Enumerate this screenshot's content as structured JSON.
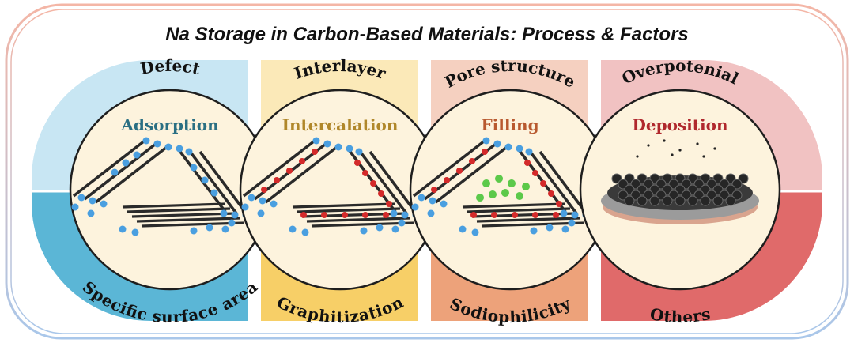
{
  "title": "Na Storage in Carbon-Based Materials: Process & Factors",
  "panels": [
    {
      "process": "Adsorption",
      "factor_top": "Defect",
      "factor_bottom": "Specific surface area",
      "colors": {
        "top": "#c8e6f3",
        "bottom": "#5bb6d6",
        "label": "#2a6f83"
      }
    },
    {
      "process": "Intercalation",
      "factor_top": "Interlayer",
      "factor_bottom": "Graphitization",
      "colors": {
        "top": "#fbe9b8",
        "bottom": "#f7cf67",
        "label": "#b0872a"
      }
    },
    {
      "process": "Filling",
      "factor_top": "Pore structure",
      "factor_bottom": "Sodiophilicity",
      "colors": {
        "top": "#f5d0c0",
        "bottom": "#eda27a",
        "label": "#b8592f"
      }
    },
    {
      "process": "Deposition",
      "factor_top": "Overpotenial",
      "factor_bottom": "Others",
      "colors": {
        "top": "#f1c2c2",
        "bottom": "#e06a6a",
        "label": "#b0282d"
      }
    }
  ],
  "colors": {
    "frame": "#f3b3a4",
    "frame_inner": "#a8c8e8",
    "circle_fill": "#fdf3dd",
    "carbon": "#2a2a2a",
    "sodium": "#4a9fe0",
    "intercalant": "#d42a2a",
    "filler": "#5cc94a"
  }
}
